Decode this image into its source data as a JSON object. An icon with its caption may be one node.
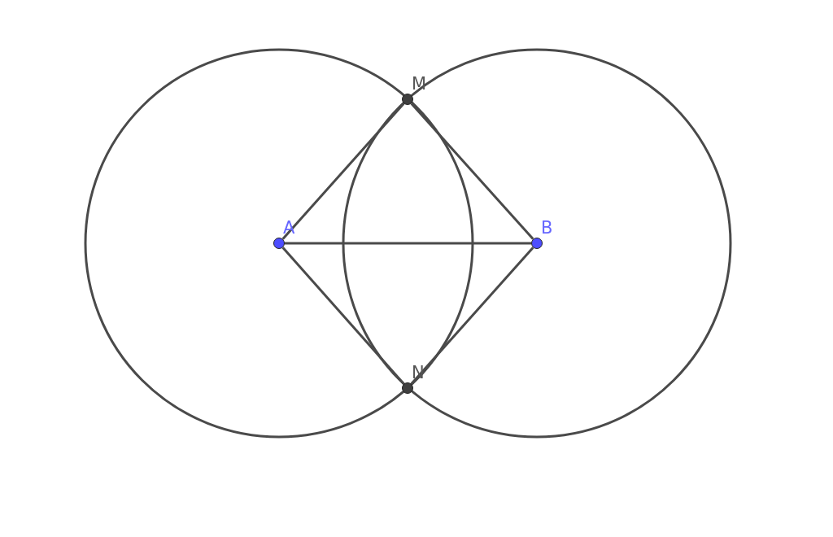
{
  "diagram": {
    "nodes": [
      {
        "text": [
          "M"
        ]
      },
      {
        "text": [
          "A"
        ]
      },
      {
        "text": [
          "B"
        ]
      },
      {
        "text": [
          "N"
        ]
      }
    ],
    "edges": [
      {
        "from": 1,
        "to": 0,
        "arrow": "none"
      },
      {
        "from": 0,
        "to": 2,
        "arrow": "none"
      },
      {
        "from": 1,
        "to": 2,
        "arrow": "none"
      },
      {
        "from": 1,
        "to": 3,
        "arrow": "none"
      },
      {
        "from": 3,
        "to": 2,
        "arrow": "none"
      }
    ]
  }
}
